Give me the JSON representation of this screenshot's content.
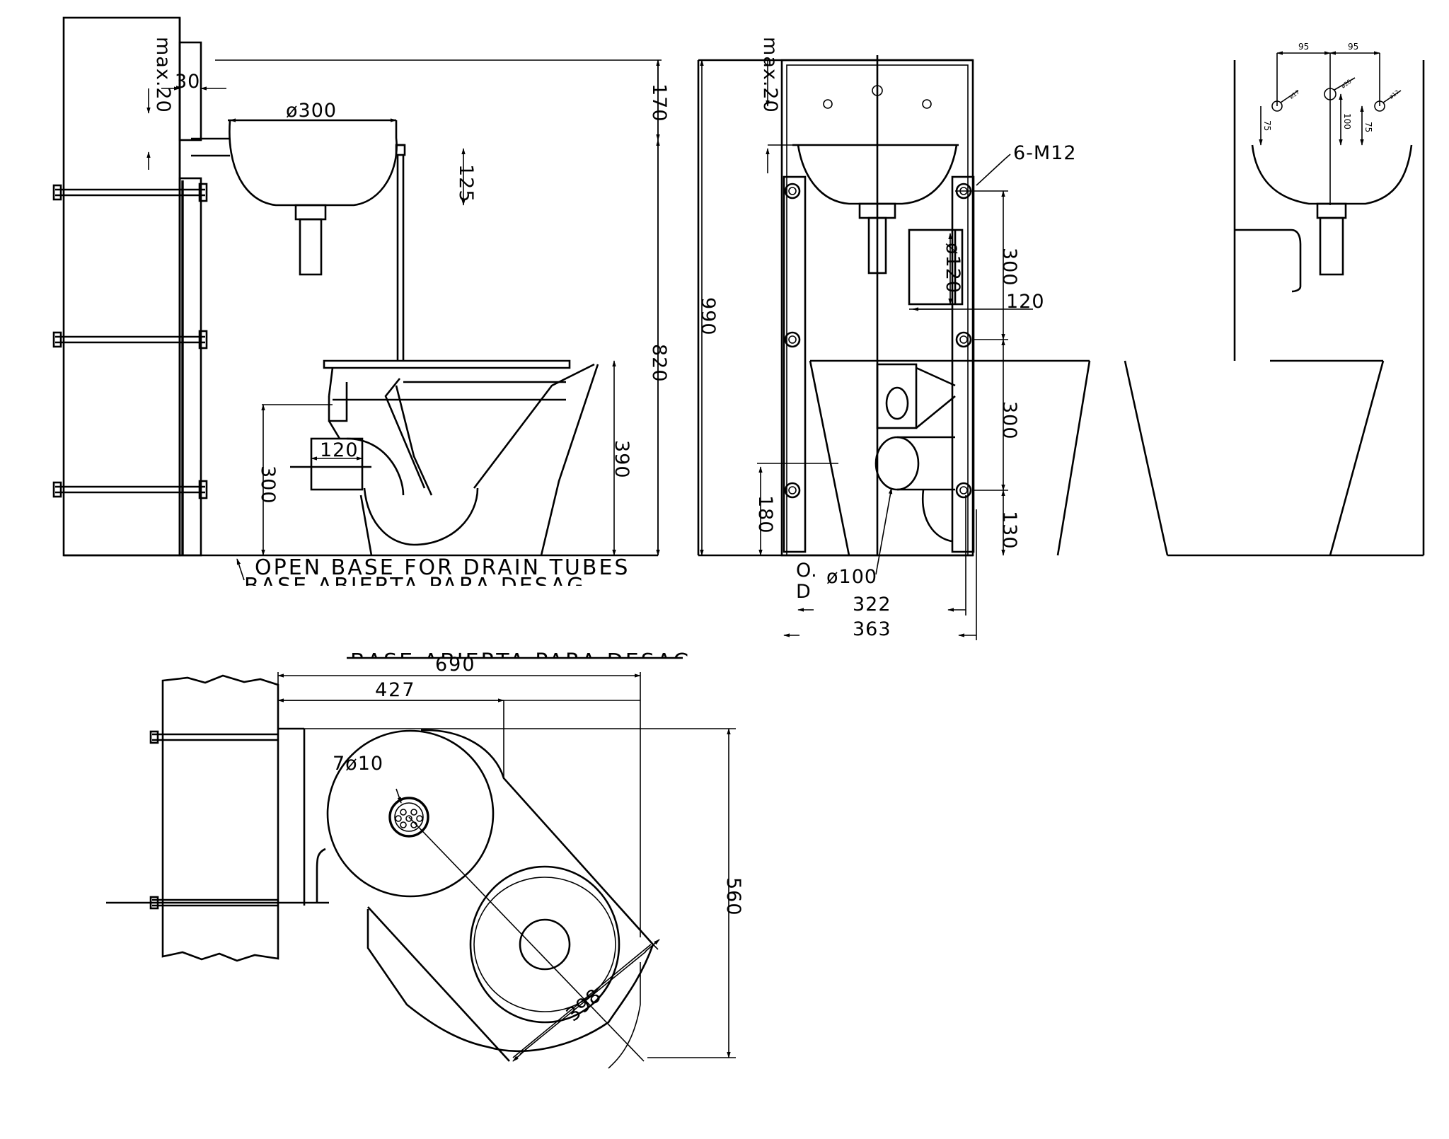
{
  "side_view": {
    "label_max20": "max.20",
    "dim_30": "30",
    "dim_basin_dia": "ø300",
    "dim_125": "125",
    "dim_170": "170",
    "dim_820": "820",
    "dim_390": "390",
    "dim_300": "300",
    "dim_120": "120",
    "note_en": "OPEN BASE FOR DRAIN TUBES",
    "note_es": "BASE ABIERTA PARA DESAGUE"
  },
  "front_view": {
    "label_max20": "max.20",
    "dim_990": "990",
    "bolts_label": "6-M12",
    "dim_dia120": "ø120",
    "dim_120": "120",
    "dim_300_top": "300",
    "dim_300_mid": "300",
    "dim_180": "180",
    "dim_130": "130",
    "dim_outlet": "ø100",
    "od_line1": "O.",
    "od_line2": "D",
    "dim_322": "322",
    "dim_363": "363"
  },
  "detail_view": {
    "dim_95_left": "95",
    "dim_95_right": "95",
    "dim_75_left": "75",
    "dim_100": "100",
    "dim_75_right": "75",
    "hole_label_1": "ø17",
    "hole_label_2": "ø28",
    "hole_label_3": "ø17"
  },
  "plan_view": {
    "note_es": "BASE ABIERTA PARA DESAGUE",
    "dim_690": "690",
    "dim_427": "427",
    "holes_label": "7ø10",
    "dim_560": "560",
    "dim_diag": "398"
  }
}
